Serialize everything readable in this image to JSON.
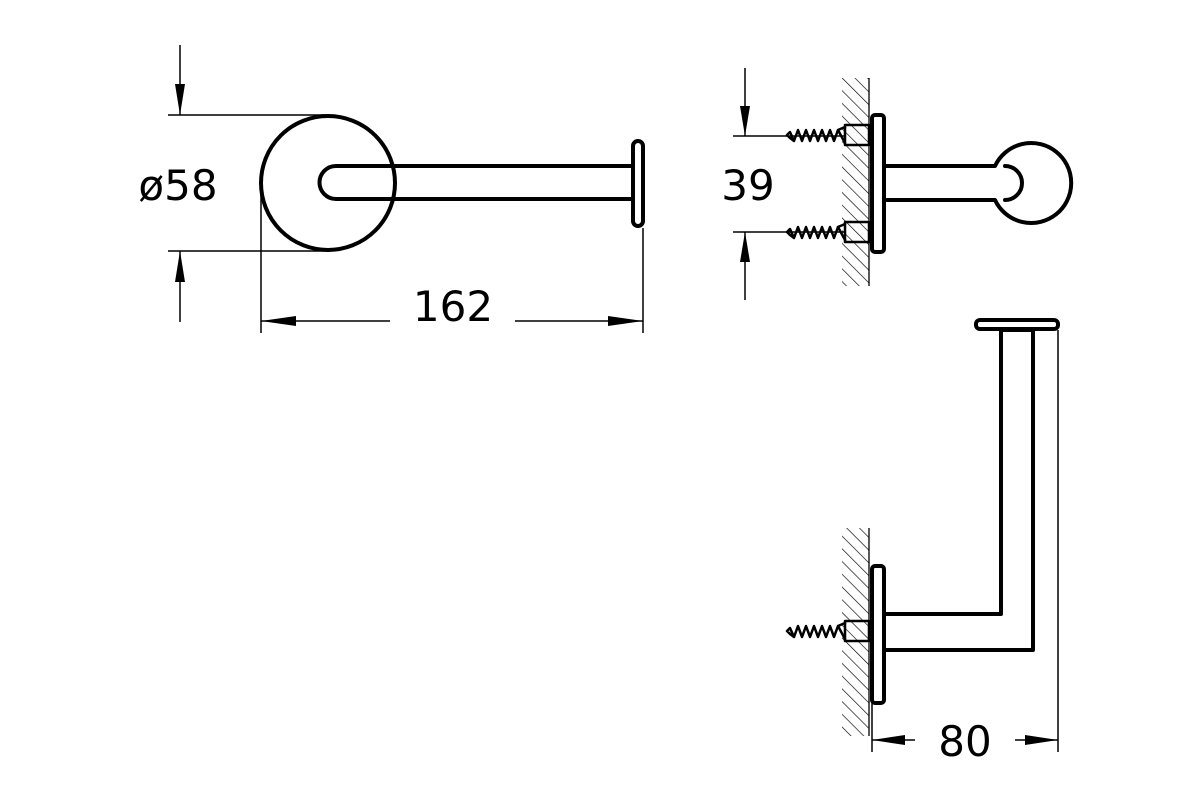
{
  "dimensions": {
    "diameter": "ø58",
    "length": "162",
    "height": "39",
    "depth": "80"
  }
}
